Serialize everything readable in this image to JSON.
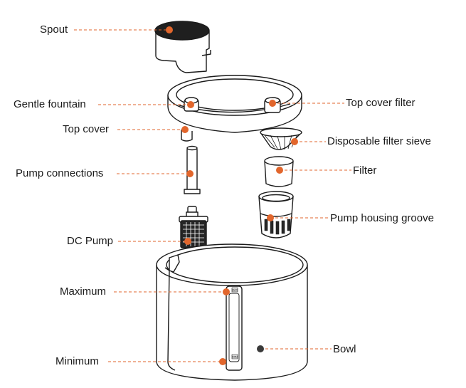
{
  "diagram": {
    "labels": {
      "spout": "Spout",
      "gentle_fountain": "Gentle fountain",
      "top_cover": "Top cover",
      "pump_connections": "Pump connections",
      "dc_pump": "DC Pump",
      "maximum": "Maximum",
      "minimum": "Minimum",
      "top_cover_filter": "Top cover filter",
      "disposable_filter_sieve": "Disposable filter sieve",
      "filter": "Filter",
      "pump_housing_groove": "Pump housing groove",
      "bowl": "Bowl"
    },
    "level_marks": {
      "max": "MAX",
      "min": "MIN"
    },
    "colors": {
      "callout_dot": "#e2662c",
      "bowl_dot": "#3a3a3a",
      "line_art": "#1a1a1a",
      "leader": "#e2662c"
    }
  }
}
